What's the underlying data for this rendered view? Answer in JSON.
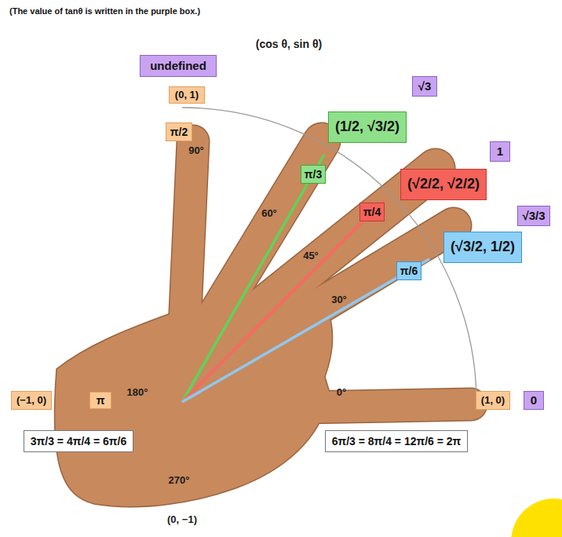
{
  "diagram": {
    "title": "(The value of tanθ is written in the purple box.)",
    "nodes": [
      {
        "text": [
          "undefined"
        ]
      },
      {
        "text": [
          "√3"
        ]
      },
      {
        "text": [
          "(0, 1)"
        ]
      },
      {
        "text": [
          "(1/2, √3/2)"
        ]
      },
      {
        "text": [
          "π/2"
        ]
      },
      {
        "text": [
          "1"
        ]
      },
      {
        "text": [
          "(√2/2, √2/2)"
        ]
      },
      {
        "text": [
          "π/3"
        ]
      },
      {
        "text": [
          "√3/3"
        ]
      },
      {
        "text": [
          "π/4"
        ]
      },
      {
        "text": [
          "(√3/2, 1/2)"
        ]
      },
      {
        "text": [
          "π/6"
        ]
      },
      {
        "text": [
          "(−1, 0)"
        ]
      },
      {
        "text": [
          "π"
        ]
      },
      {
        "text": [
          "(1, 0)"
        ]
      },
      {
        "text": [
          "0"
        ]
      },
      {
        "text": [
          "3π/3 = 4π/4 = 6π/6"
        ]
      },
      {
        "text": [
          "6π/3 = 8π/4 = 12π/6 = 2π"
        ]
      }
    ],
    "labels": [
      "(cos θ, sin θ)",
      "90°",
      "60°",
      "45°",
      "30°",
      "180°",
      "0°",
      "270°",
      "(0, −1)"
    ]
  }
}
